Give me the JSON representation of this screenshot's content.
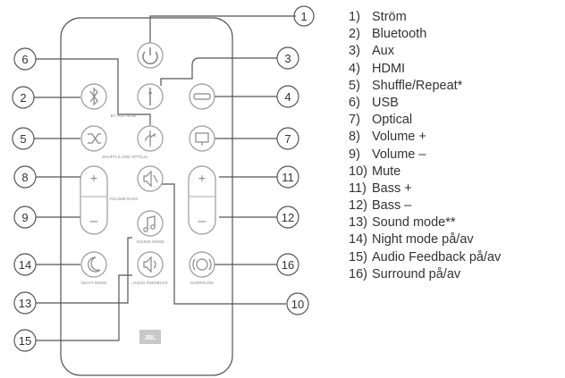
{
  "callouts": [
    "1",
    "2",
    "3",
    "4",
    "5",
    "6",
    "7",
    "8",
    "9",
    "10",
    "11",
    "12",
    "13",
    "14",
    "15",
    "16"
  ],
  "remote_labels": {
    "bt_aux_hdmi": "BT AUX HDMI",
    "shuffle_usb_optical": "SHUFFLE USB OPTICAL",
    "volume_bass": "VOLUME BASS",
    "sound_mode": "SOUND MODE",
    "night_mode": "NIGHT MODE",
    "audio_feedback": "AUDIO FEEDBACK",
    "surround": "SURROUND",
    "logo": "JBL"
  },
  "legend": [
    {
      "num": "1)",
      "label": "Ström"
    },
    {
      "num": "2)",
      "label": "Bluetooth"
    },
    {
      "num": "3)",
      "label": "Aux"
    },
    {
      "num": "4)",
      "label": "HDMI"
    },
    {
      "num": "5)",
      "label": "Shuffle/Repeat*"
    },
    {
      "num": "6)",
      "label": "USB"
    },
    {
      "num": "7)",
      "label": "Optical"
    },
    {
      "num": "8)",
      "label": "Volume +"
    },
    {
      "num": "9)",
      "label": "Volume –"
    },
    {
      "num": "10)",
      "label": "Mute"
    },
    {
      "num": "11)",
      "label": "Bass +"
    },
    {
      "num": "12)",
      "label": "Bass –"
    },
    {
      "num": "13)",
      "label": "Sound mode**"
    },
    {
      "num": "14)",
      "label": "Night mode på/av"
    },
    {
      "num": "15)",
      "label": "Audio Feedback på/av"
    },
    {
      "num": "16)",
      "label": "Surround på/av"
    }
  ],
  "colors": {
    "line": "#555555",
    "button": "#9a9a9a",
    "text": "#333333"
  }
}
